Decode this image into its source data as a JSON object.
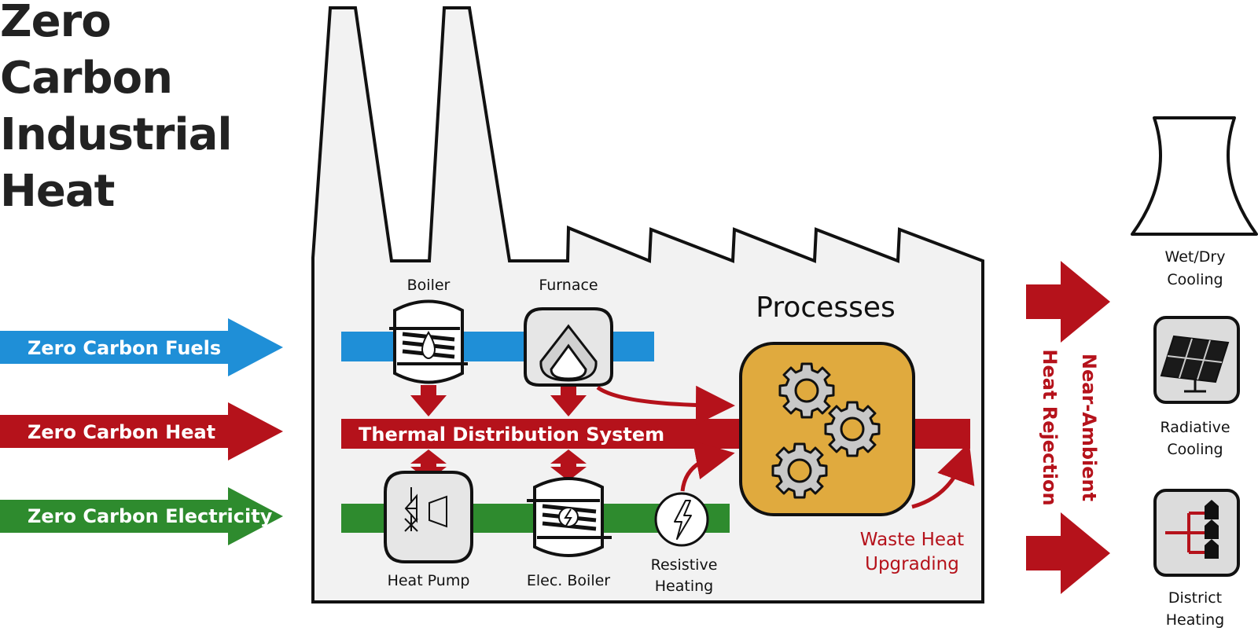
{
  "title": {
    "lines": [
      "Zero",
      "Carbon",
      "Industrial",
      "Heat"
    ]
  },
  "inputs": {
    "fuels": "Zero Carbon Fuels",
    "heat": "Zero Carbon Heat",
    "electricity": "Zero Carbon Electricity"
  },
  "plant": {
    "boiler": "Boiler",
    "furnace": "Furnace",
    "thermal_distribution": "Thermal Distribution System",
    "heat_pump": "Heat Pump",
    "elec_boiler": "Elec. Boiler",
    "resistive_heating_1": "Resistive",
    "resistive_heating_2": "Heating",
    "processes": "Processes",
    "waste_heat_1": "Waste Heat",
    "waste_heat_2": "Upgrading"
  },
  "rejection": {
    "label_1": "Near-Ambient",
    "label_2": "Heat Rejection",
    "wet_dry_1": "Wet/Dry",
    "wet_dry_2": "Cooling",
    "radiative_1": "Radiative",
    "radiative_2": "Cooling",
    "district_1": "District",
    "district_2": "Heating"
  },
  "colors": {
    "fuels_blue": "#1f8fd7",
    "heat_red": "#b5121b",
    "electricity_green": "#2e8b2e",
    "process_gold": "#e0aa3e",
    "outline": "#111111",
    "equipment_fill": "#e6e6e6"
  }
}
